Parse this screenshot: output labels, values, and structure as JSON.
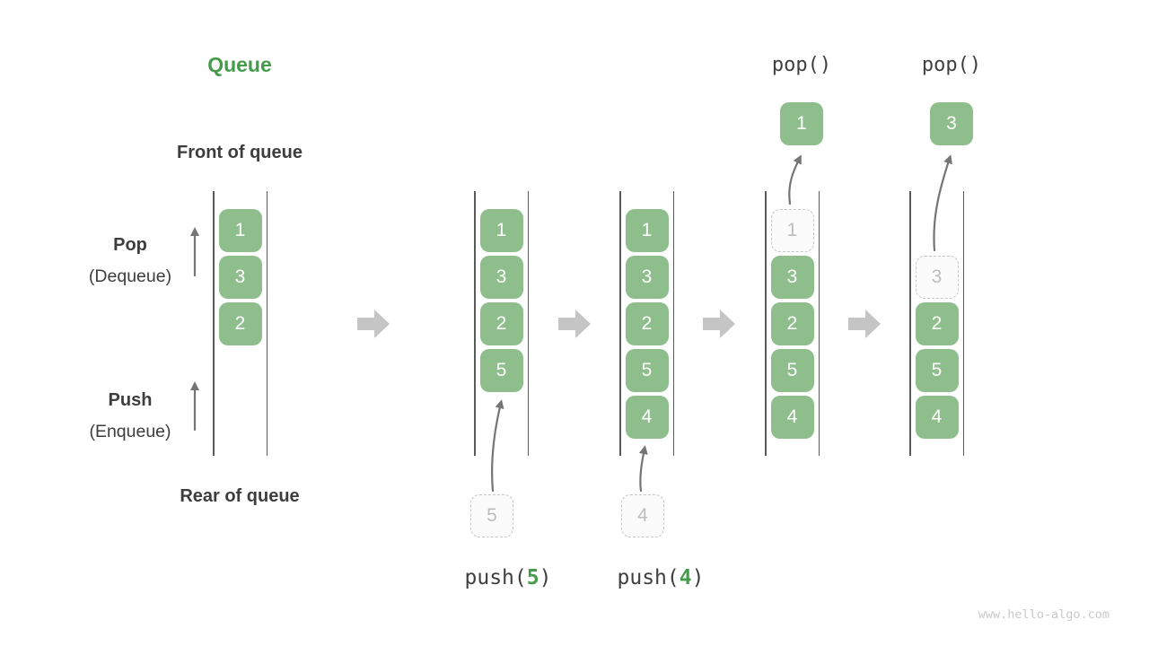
{
  "header": {
    "title": "Queue"
  },
  "labels": {
    "front_of_queue": "Front of queue",
    "rear_of_queue": "Rear of queue",
    "pop": "Pop",
    "pop_sub": "(Dequeue)",
    "push": "Push",
    "push_sub": "(Enqueue)"
  },
  "operations": {
    "pop_left": {
      "label": "pop()",
      "result": "1"
    },
    "pop_right": {
      "label": "pop()",
      "result": "3"
    },
    "push_left": {
      "fn": "push(",
      "arg": "5",
      "close": ")",
      "pending": "5"
    },
    "push_right": {
      "fn": "push(",
      "arg": "4",
      "close": ")",
      "pending": "4"
    }
  },
  "queue_states": [
    {
      "cells": [
        {
          "v": "1",
          "state": "solid"
        },
        {
          "v": "3",
          "state": "solid"
        },
        {
          "v": "2",
          "state": "solid"
        }
      ]
    },
    {
      "cells": [
        {
          "v": "1",
          "state": "solid"
        },
        {
          "v": "3",
          "state": "solid"
        },
        {
          "v": "2",
          "state": "solid"
        },
        {
          "v": "5",
          "state": "solid"
        }
      ]
    },
    {
      "cells": [
        {
          "v": "1",
          "state": "solid"
        },
        {
          "v": "3",
          "state": "solid"
        },
        {
          "v": "2",
          "state": "solid"
        },
        {
          "v": "5",
          "state": "solid"
        },
        {
          "v": "4",
          "state": "solid"
        }
      ]
    },
    {
      "cells": [
        {
          "v": "1",
          "state": "dashed"
        },
        {
          "v": "3",
          "state": "solid"
        },
        {
          "v": "2",
          "state": "solid"
        },
        {
          "v": "5",
          "state": "solid"
        },
        {
          "v": "4",
          "state": "solid"
        }
      ]
    },
    {
      "cells": [
        {
          "v": "",
          "state": "empty"
        },
        {
          "v": "3",
          "state": "dashed"
        },
        {
          "v": "2",
          "state": "solid"
        },
        {
          "v": "5",
          "state": "solid"
        },
        {
          "v": "4",
          "state": "solid"
        }
      ]
    }
  ],
  "watermark": "www.hello-algo.com",
  "colors": {
    "cell_green": "#8fbe8d",
    "accent_green": "#449c4b",
    "text_dark": "#3d3d3d",
    "mono_text": "#3f3f3f",
    "dashed_border": "#c6c6c6",
    "dashed_text": "#bdbdbd",
    "wall_gray": "#5a5a5a",
    "thin_arrow": "#757575",
    "block_arrow": "#c5c5c5",
    "watermark": "#c9c9c9"
  }
}
